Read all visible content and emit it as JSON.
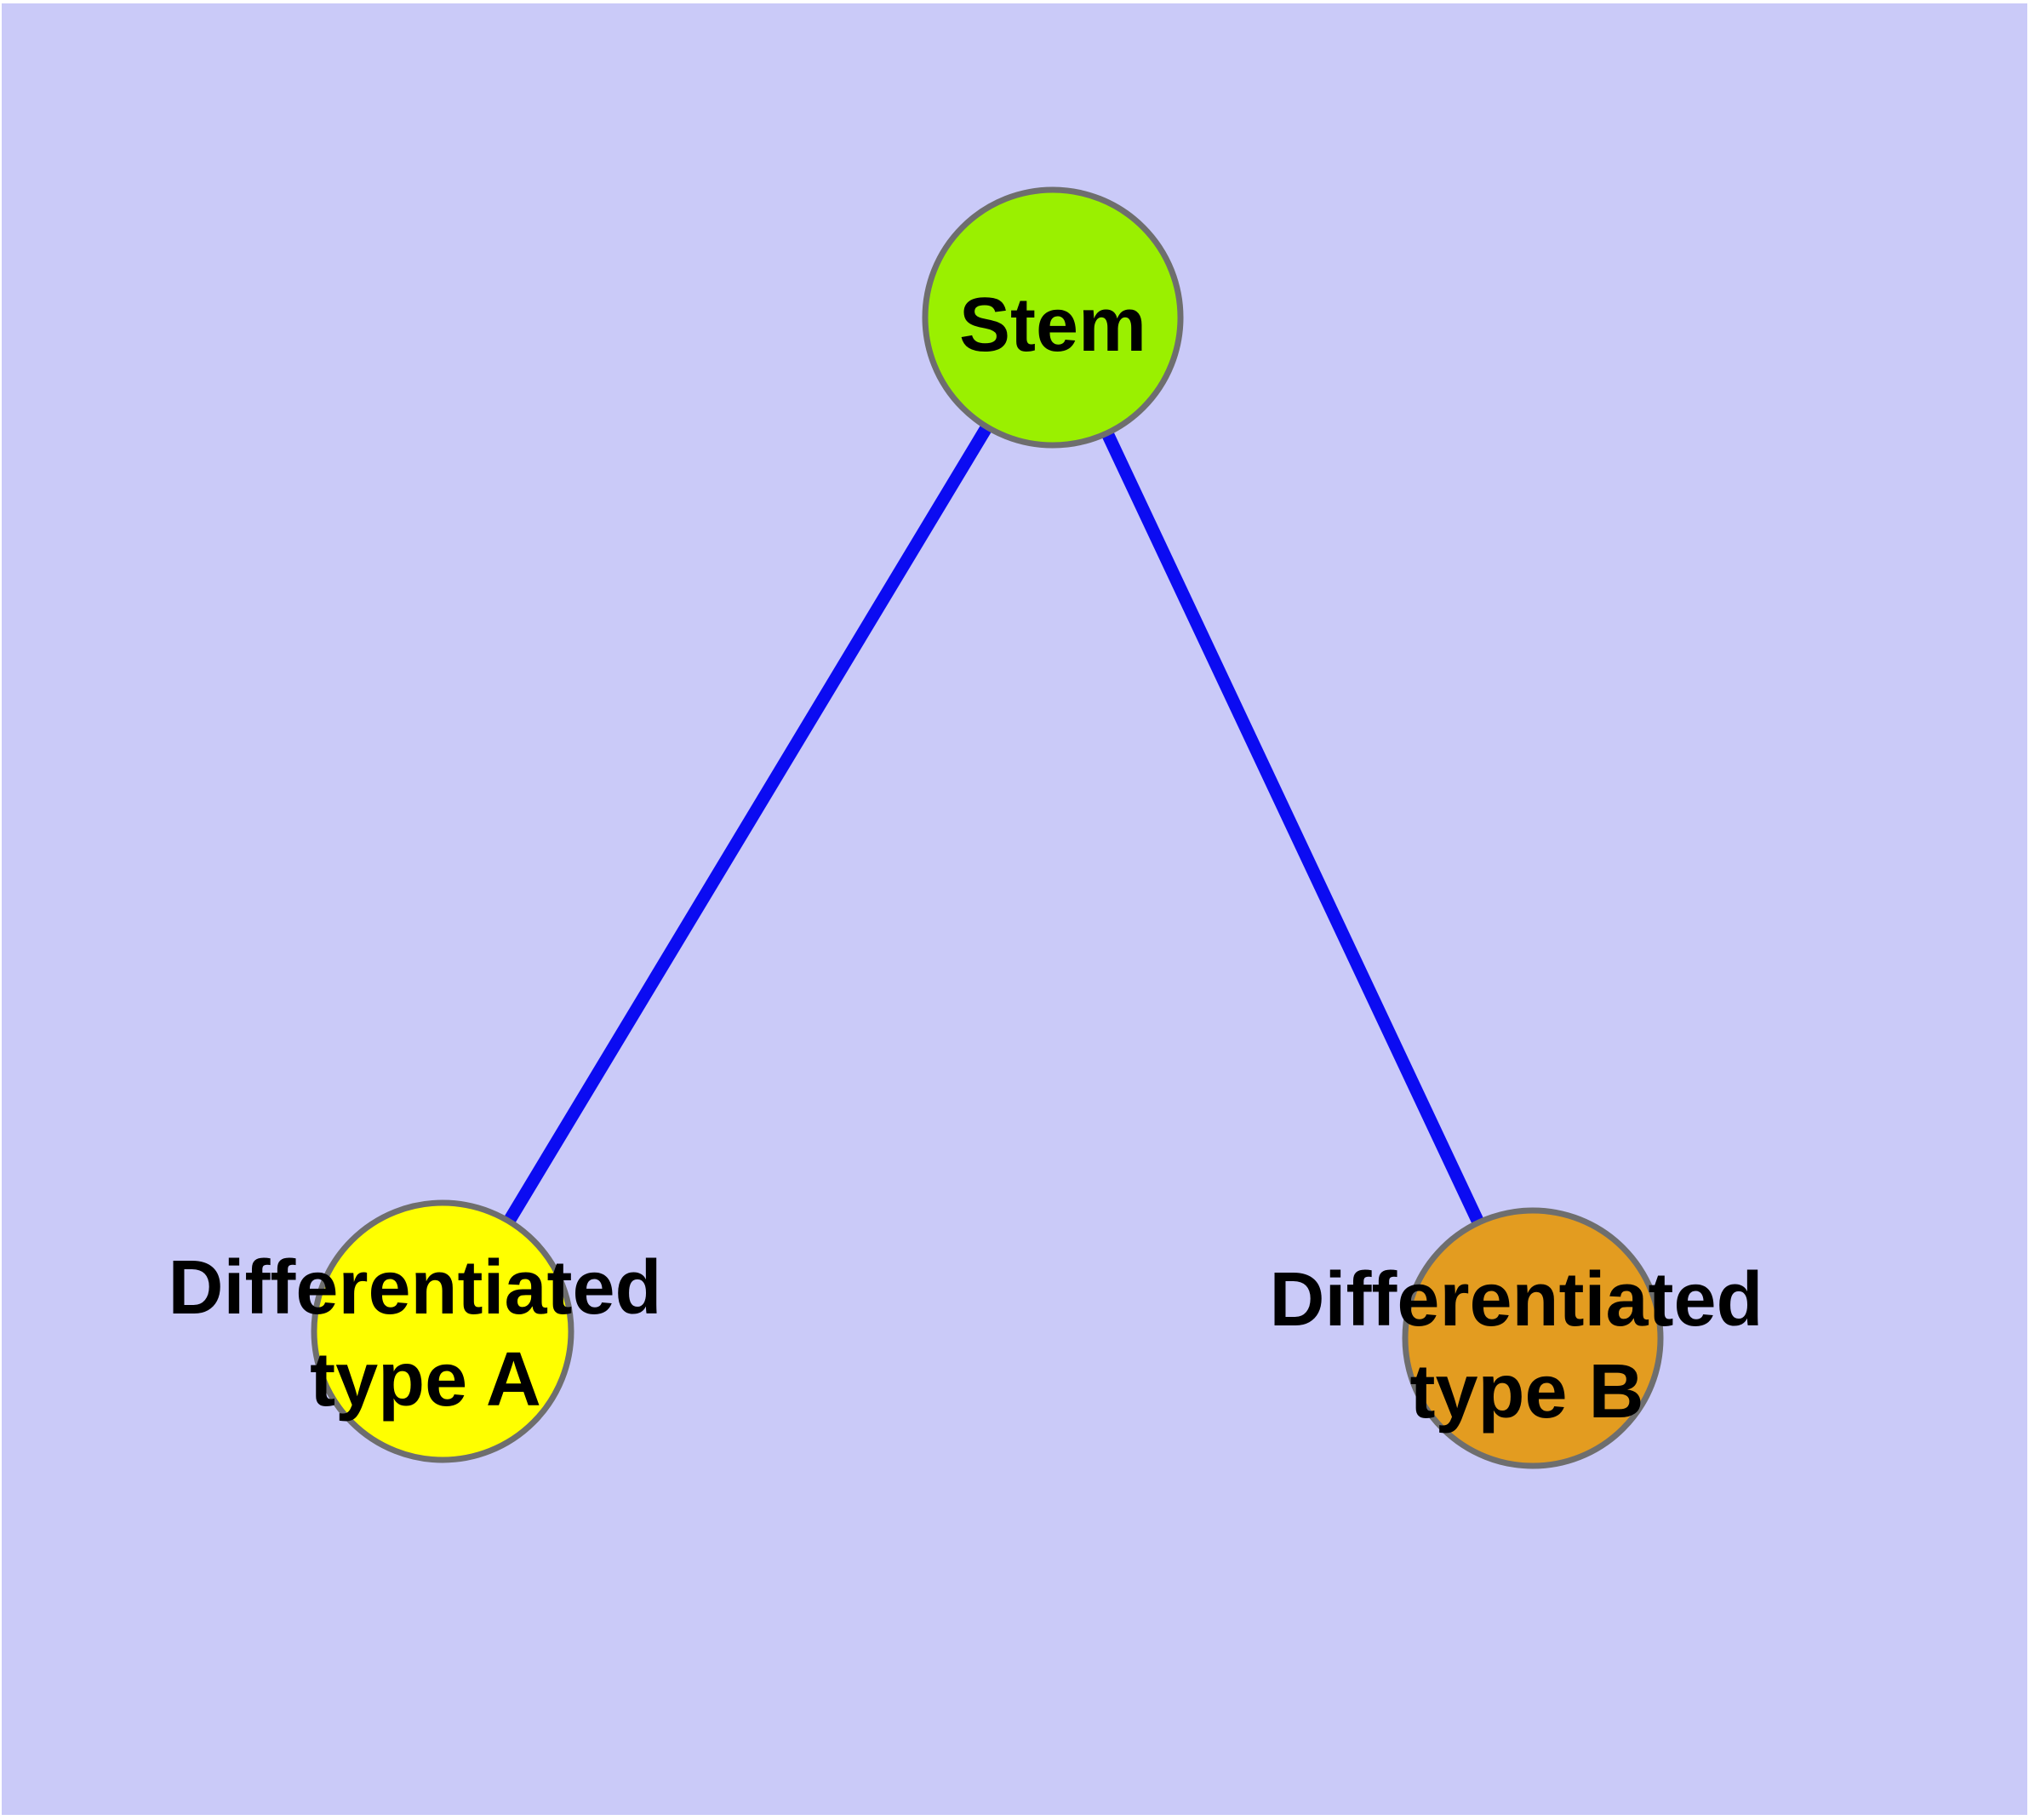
{
  "diagram": {
    "type": "node-link-graph",
    "colors": {
      "background": "#cacaf8",
      "page_margin": "#ffffff",
      "edge": "#0b0bf2",
      "node_border": "#6e6e6e",
      "label_text": "#000000"
    },
    "nodes": [
      {
        "id": "stem",
        "label": "Stem",
        "label_lines": [
          "Stem"
        ],
        "fill": "#9af000"
      },
      {
        "id": "differentiated-type-a",
        "label": "Differentiated type A",
        "label_lines": [
          "Differentiated",
          "type A"
        ],
        "fill": "#ffff00"
      },
      {
        "id": "differentiated-type-b",
        "label": "Differentiated type B",
        "label_lines": [
          "Differentiated",
          "type B"
        ],
        "fill": "#e39c20"
      }
    ],
    "edges": [
      {
        "source": "Stem",
        "target": "Differentiated type A"
      },
      {
        "source": "Stem",
        "target": "Differentiated type B"
      }
    ]
  }
}
